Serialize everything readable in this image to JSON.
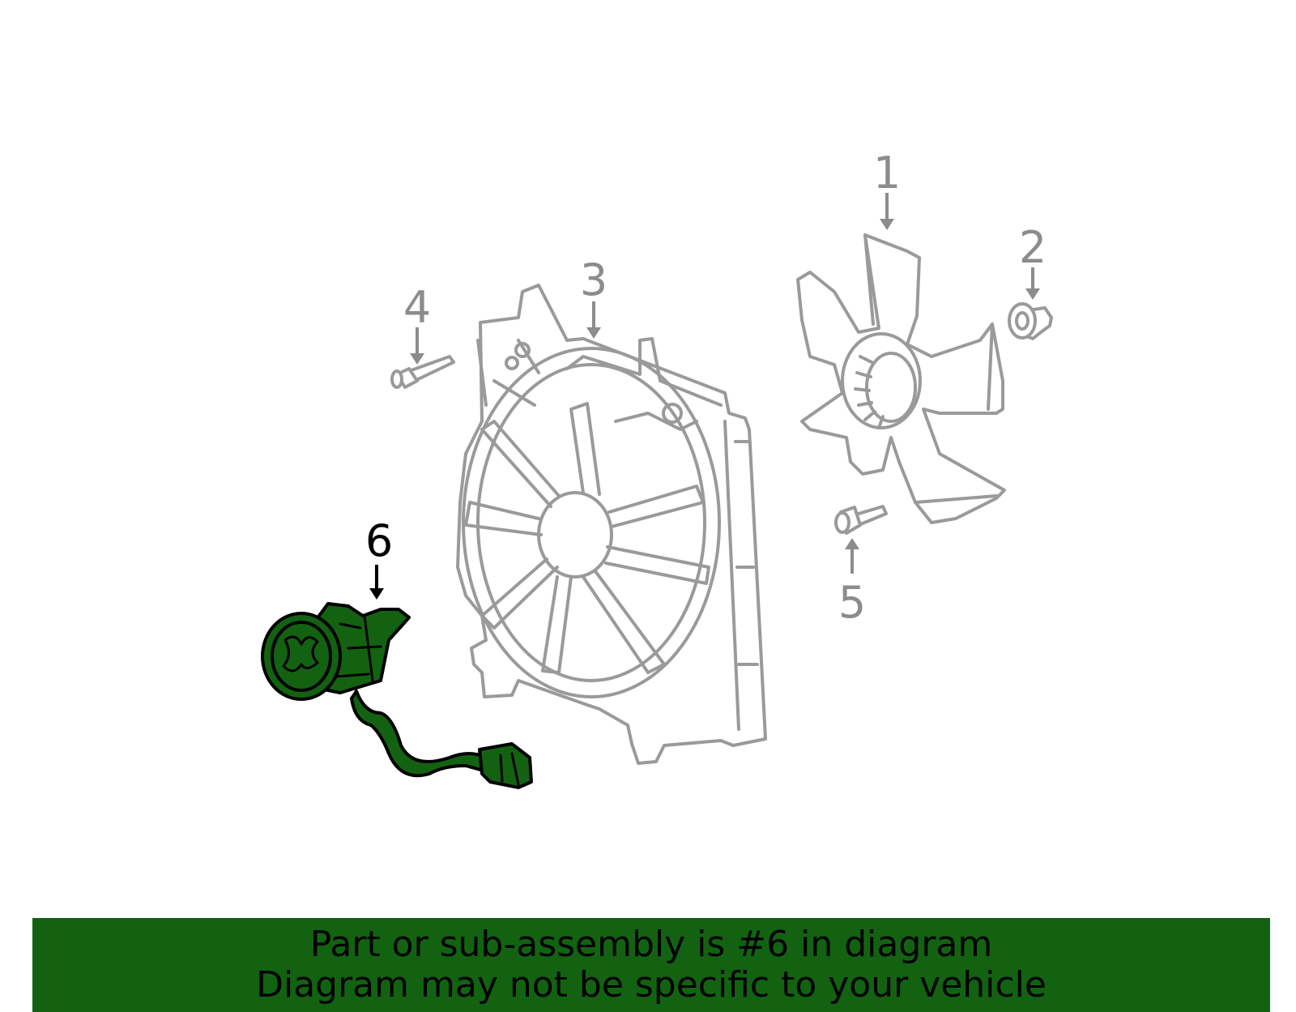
{
  "diagram": {
    "callouts": [
      {
        "id": "1",
        "label": "1",
        "highlighted": false
      },
      {
        "id": "2",
        "label": "2",
        "highlighted": false
      },
      {
        "id": "3",
        "label": "3",
        "highlighted": false
      },
      {
        "id": "4",
        "label": "4",
        "highlighted": false
      },
      {
        "id": "5",
        "label": "5",
        "highlighted": false
      },
      {
        "id": "6",
        "label": "6",
        "highlighted": true
      }
    ]
  },
  "banner": {
    "line1": "Part or sub-assembly is #6 in diagram",
    "line2": "Diagram may not be specific to your vehicle"
  },
  "colors": {
    "highlight_green": "#136212",
    "part_gray": "#9a9a9a",
    "callout_gray": "#8c8c8c",
    "callout_active": "#000000",
    "background": "#ffffff"
  }
}
